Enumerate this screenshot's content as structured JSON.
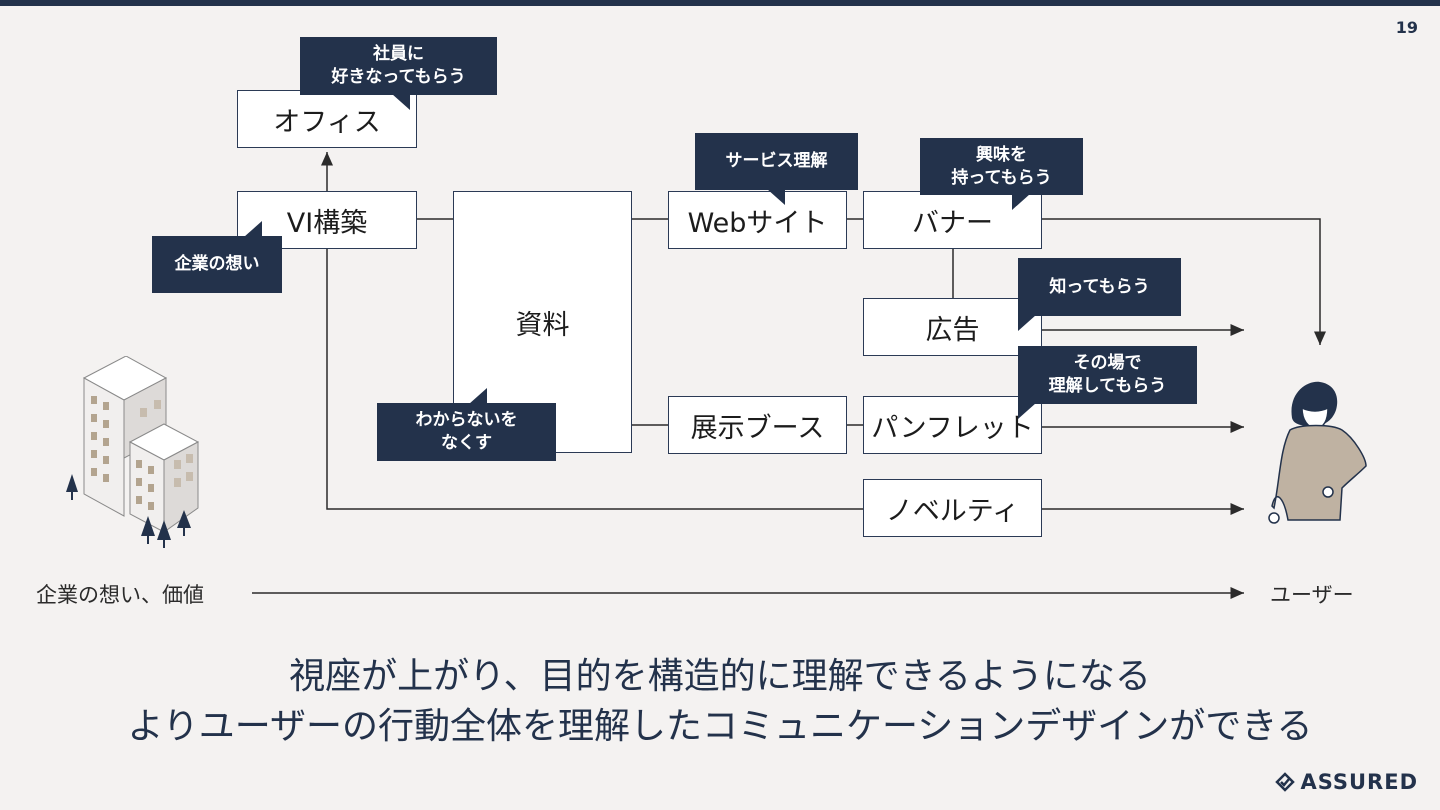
{
  "page_number": "19",
  "boxes": {
    "office": "オフィス",
    "vi": "VI構築",
    "materials": "資料",
    "website": "Webサイト",
    "banner": "バナー",
    "ad": "広告",
    "booth": "展示ブース",
    "pamphlet": "パンフレット",
    "novelty": "ノベルティ"
  },
  "callouts": {
    "office": "社員に\n好きなってもらう",
    "vi": "企業の想い",
    "materials": "わからないを\nなくす",
    "website": "サービス理解",
    "banner": "興味を\n持ってもらう",
    "ad": "知ってもらう",
    "pamphlet": "その場で\n理解してもらう"
  },
  "axis": {
    "left_label": "企業の想い、価値",
    "right_label": "ユーザー"
  },
  "headline": {
    "line1": "視座が上がり、目的を構造的に理解できるようになる",
    "line2": "よりユーザーの行動全体を理解したコミュニケーションデザインができる"
  },
  "logo": {
    "text": "ASSURED"
  },
  "icons": [
    "building-illustration",
    "user-illustration",
    "assured-logo-icon"
  ],
  "colors": {
    "navy": "#23324b",
    "background": "#f4f2f1",
    "box": "#ffffff"
  }
}
